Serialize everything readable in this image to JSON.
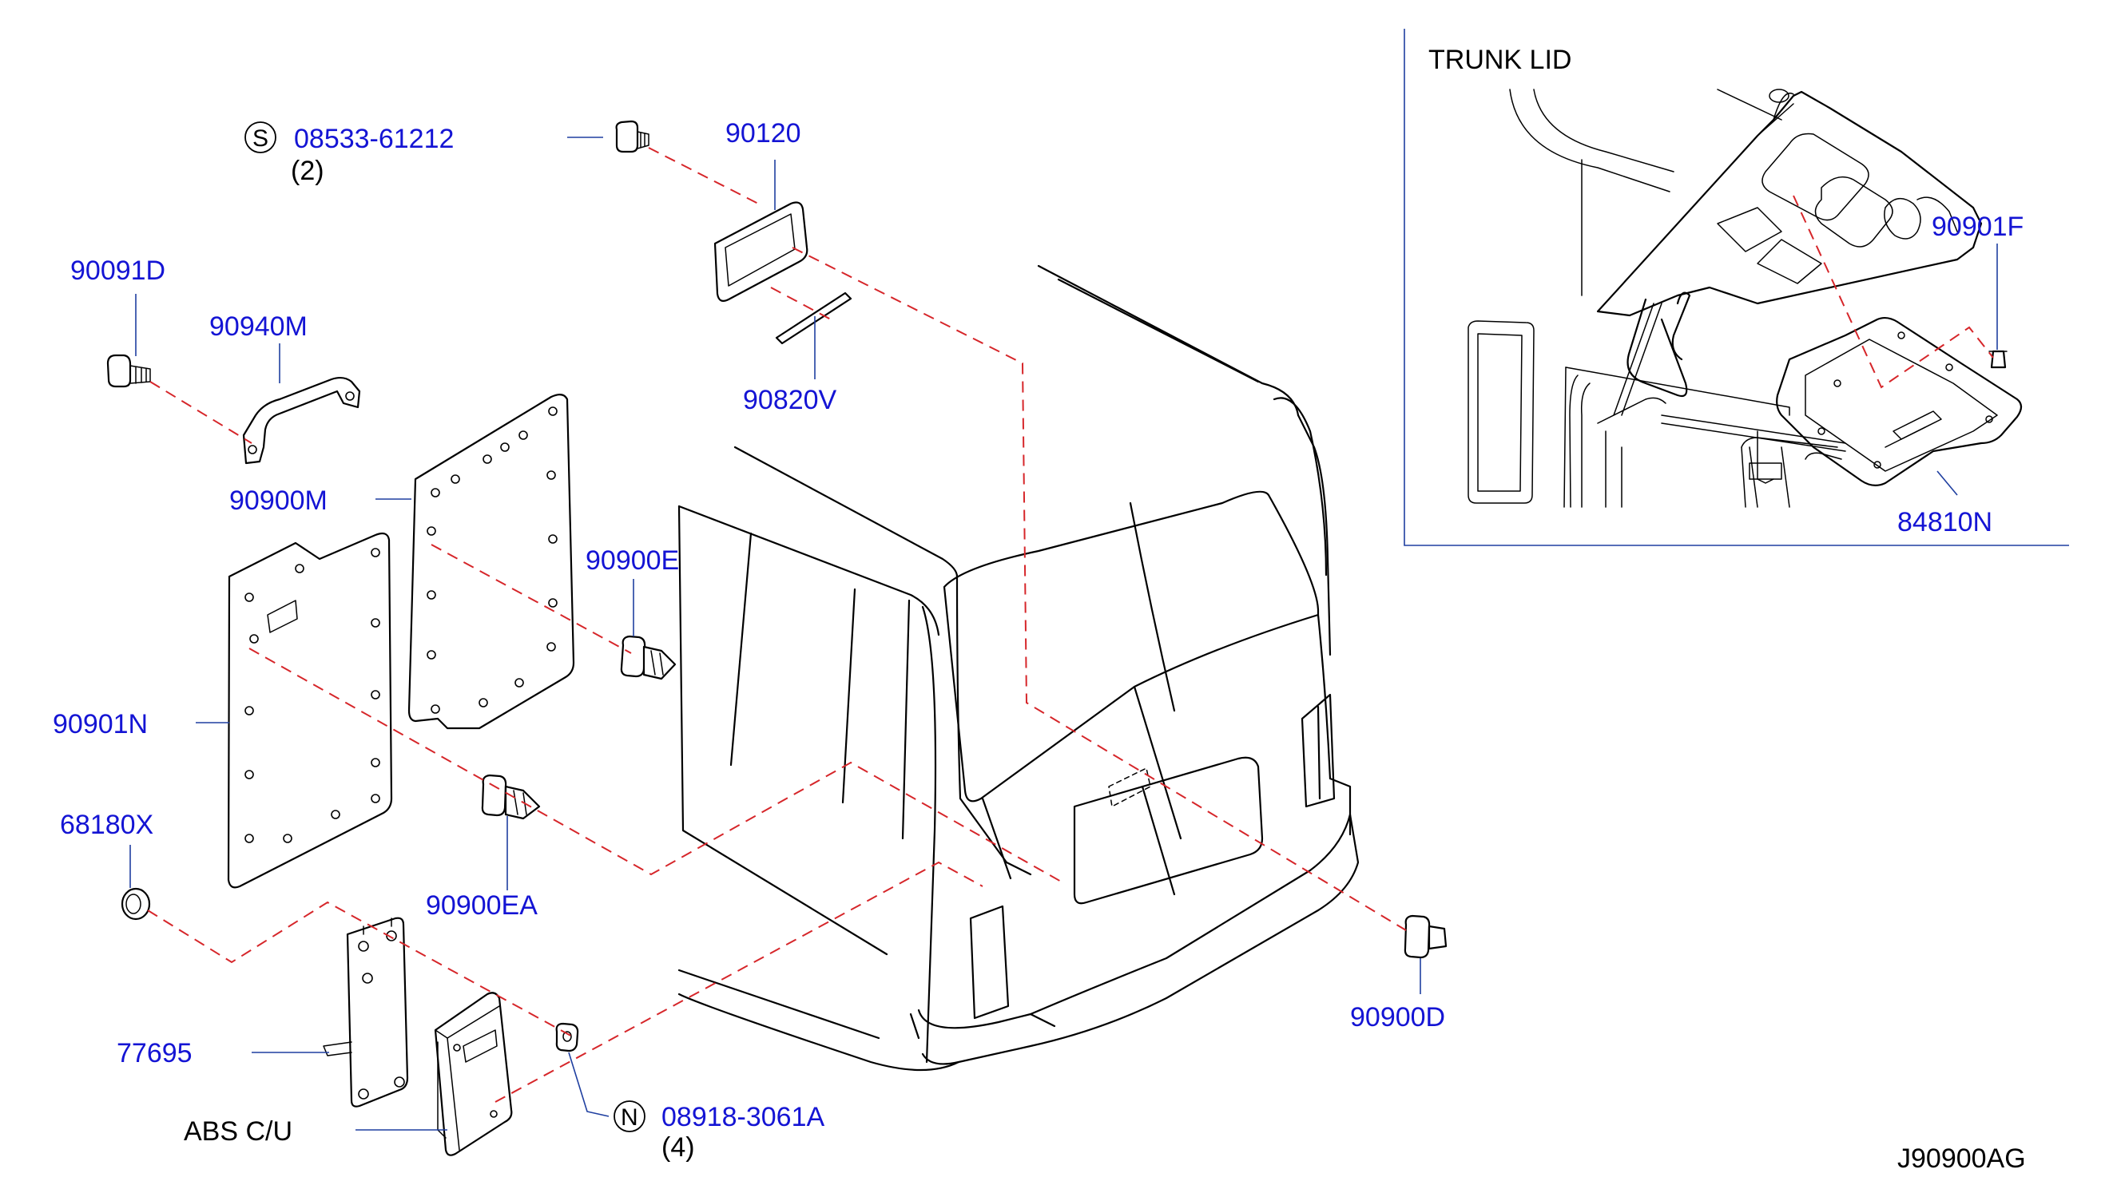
{
  "diagram": {
    "inset_title": "TRUNK  LID",
    "drawing_code": "J90900AG",
    "parts": [
      {
        "id": "90091D",
        "text": "90091D"
      },
      {
        "id": "90940M",
        "text": "90940M"
      },
      {
        "id": "90900M",
        "text": "90900M"
      },
      {
        "id": "90901N",
        "text": "90901N"
      },
      {
        "id": "68180X",
        "text": "68180X"
      },
      {
        "id": "77695",
        "text": "77695"
      },
      {
        "id": "90120",
        "text": "90120"
      },
      {
        "id": "90820V",
        "text": "90820V"
      },
      {
        "id": "90900E",
        "text": "90900E"
      },
      {
        "id": "90900EA",
        "text": "90900EA"
      },
      {
        "id": "90900D",
        "text": "90900D"
      },
      {
        "id": "90901F",
        "text": "90901F"
      },
      {
        "id": "84810N",
        "text": "84810N"
      }
    ],
    "bolt_s": {
      "symbol": "S",
      "part": "08533-61212",
      "qty": "(2)"
    },
    "nut_n": {
      "symbol": "N",
      "part": "08918-3061A",
      "qty": "(4)"
    },
    "abs_label": "ABS  C/U"
  }
}
